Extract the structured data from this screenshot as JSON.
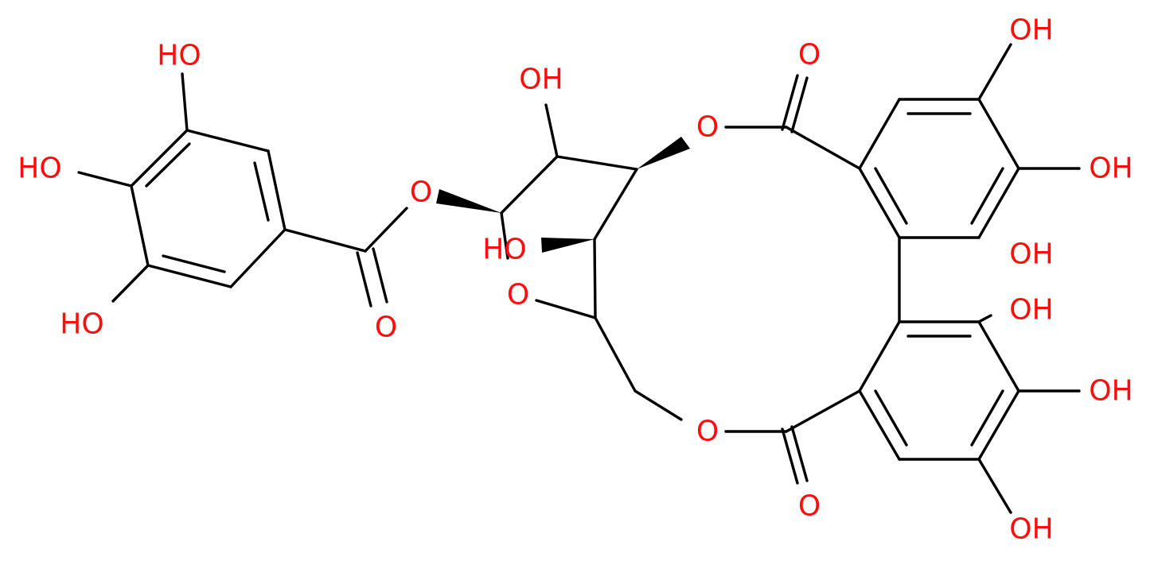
{
  "structure": {
    "atom_color_oxygen": "#ff0d0d",
    "bond_color": "#000000",
    "background": "#ffffff",
    "labels": {
      "oh_gallate_top": "HO",
      "oh_gallate_left": "HO",
      "oh_gallate_bottom": "HO",
      "o_ester_single": "O",
      "o_ester_carbonyl": "O",
      "oh_sugar_top": "OH",
      "ho_sugar_mid": "HO",
      "o_ring": "O",
      "o_macro_top": "O",
      "o_carbonyl_top": "O",
      "o_macro_bottom": "O",
      "o_carbonyl_bottom": "O",
      "oh_hhdp_1": "OH",
      "oh_hhdp_2": "OH",
      "oh_hhdp_3": "OH",
      "oh_hhdp_4": "OH",
      "oh_hhdp_5": "OH",
      "oh_hhdp_6": "OH"
    }
  }
}
